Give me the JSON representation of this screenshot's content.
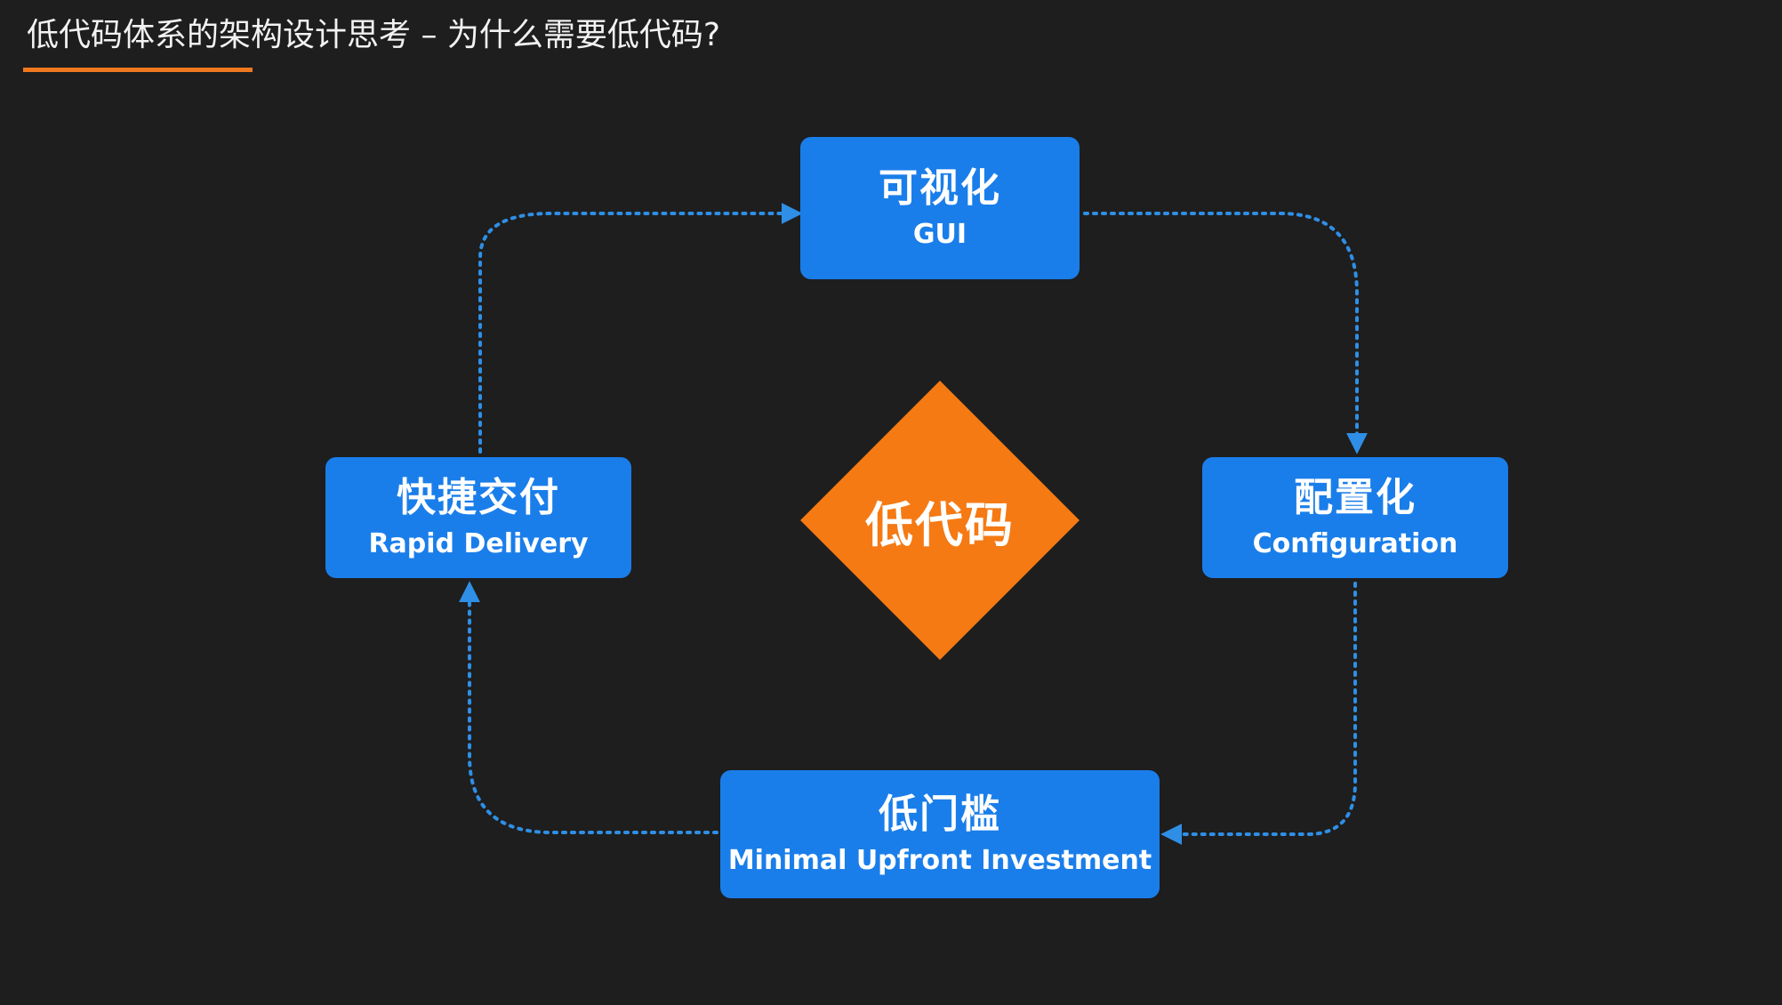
{
  "header": {
    "title": "低代码体系的架构设计思考 – 为什么需要低代码?"
  },
  "diagram": {
    "center": "低代码",
    "nodes": {
      "gui": {
        "zh": "可视化",
        "en": "GUI"
      },
      "config": {
        "zh": "配置化",
        "en": "Configuration"
      },
      "lowbar": {
        "zh": "低门槛",
        "en": "Minimal Upfront Investment"
      },
      "rapid": {
        "zh": "快捷交付",
        "en": "Rapid Delivery"
      }
    }
  },
  "colors": {
    "background": "#1e1e1e",
    "box": "#1a7eea",
    "diamond": "#f57a14",
    "accent_underline": "#f0781e",
    "connector": "#2f8fe6"
  }
}
